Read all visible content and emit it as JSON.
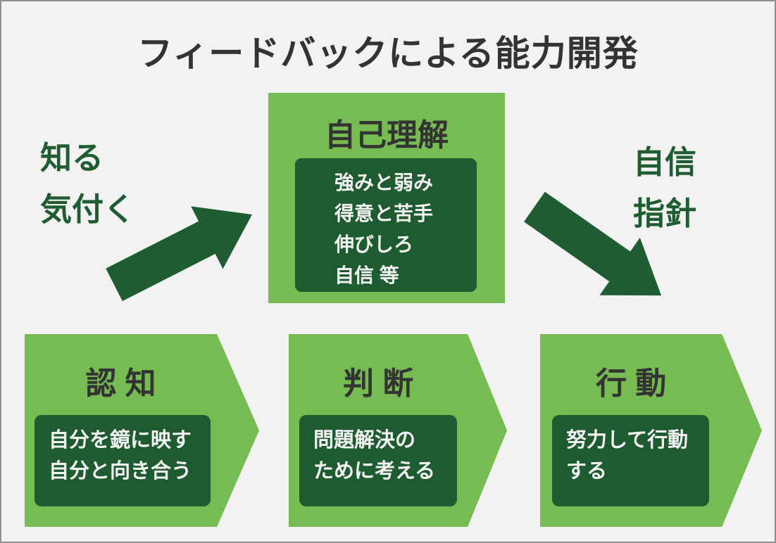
{
  "page": {
    "title": "フィードバックによる能力開発"
  },
  "colors": {
    "background": "#F2F2F3",
    "border": "#8F8F8F",
    "light_green": "#77BC53",
    "dark_green": "#1E5B30",
    "heading_text": "#333333",
    "panel_text": "#F2F2F2",
    "annotation_text": "#1F5C31"
  },
  "center_box": {
    "title": "自己理解",
    "items": [
      "強みと弱み",
      "得意と苦手",
      "伸びしろ",
      "自信 等"
    ]
  },
  "left_annotation": {
    "lines": [
      "知る",
      "気付く"
    ]
  },
  "right_annotation": {
    "lines": [
      "自信",
      "指針"
    ]
  },
  "arrows": [
    {
      "name": "block-arrow-up-right",
      "direction": "up-right"
    },
    {
      "name": "block-arrow-down-right",
      "direction": "down-right"
    }
  ],
  "steps": [
    {
      "title": "認 知",
      "lines": [
        "自分を鏡に映す",
        "自分と向き合う"
      ]
    },
    {
      "title": "判 断",
      "lines": [
        "問題解決の",
        "ために考える"
      ]
    },
    {
      "title": "行 動",
      "lines": [
        "努力して行動",
        "する"
      ]
    }
  ]
}
